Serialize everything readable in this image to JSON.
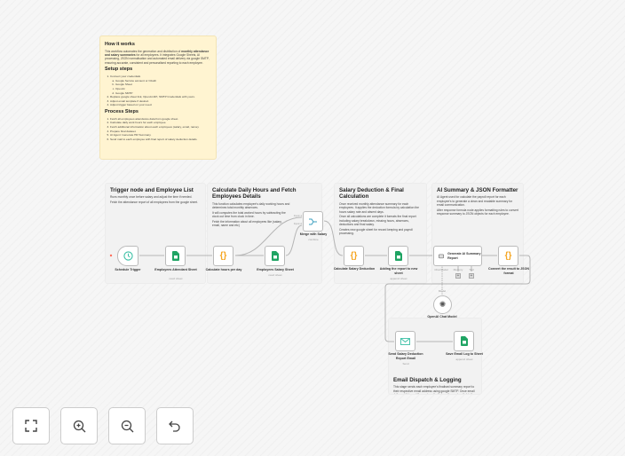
{
  "how_it_works": {
    "title": "How it works",
    "intro_pre": "This workflow automates the generation and distribution of ",
    "intro_bold": "monthly attendance and salary summaries",
    "intro_post": " for all employees. It integrates Google Sheets, AI processing, JSON normalisation and automated email delivery via google SMTP, ensuring accurate, consistent and personalised reporting to each employee.",
    "setup_title": "Setup steps",
    "setup_steps": [
      "Connect your credentials",
      "Replace google sheet link, OpenAI API, SMTP Credentials with yours.",
      "Adjust email template if desired.",
      "Adjust trigger based on your need."
    ],
    "credentials": [
      "Google Service account or OAuth",
      "Google Sheet",
      "OpenAI",
      "Google SMTP"
    ],
    "process_title": "Process Steps",
    "process_steps": [
      "Fetch all employees attendance data from google sheet.",
      "Calculate daily work hours for each employee.",
      "Fetch additional information about each employees (salary, email, name).",
      "Prepare final dataset.",
      "AI Agent: Generate HR Summary.",
      "Send mail to each employee with final report of salary deduction details."
    ]
  },
  "sections": [
    {
      "title": "Trigger node and Employee List",
      "text": [
        "Runs monthly once before salary and adjust the time if needed.",
        "Fetch the attendance report of all employees from the google sheet."
      ]
    },
    {
      "title": "Calculate Daily Hours and Fetch Employees Details",
      "text": [
        "This function calculates employee's daily working hours and determines total monthly absences.",
        "It will computes the total worked hours by subtracting the clock out time from clock in time.",
        "Fetch the information about all employees like (salary, email, name and etc)"
      ]
    },
    {
      "title": "Salary Deduction & Final Calculation",
      "text": [
        "Once received monthly attendance summary for each employees. It applies the deduction formula by calculation the hours salary rate and absent days.",
        "Once all calculations are complete it formats the final report including salary breakdown, missing hours, absences, deductions and final salary.",
        "Creates new google sheet for record keeping and payroll processing."
      ]
    },
    {
      "title": "AI Summary & JSON Formatter",
      "text": [
        "AI Agent used for calculate the payroll report for each employee's to generate a clean and readable summary for email communication.",
        "After response formula node applies formatting rules to convert response summary to JSON objects for each employee."
      ]
    },
    {
      "title": "Email Dispatch & Logging",
      "text": [
        "This stage sends each employee's finalised summary report to their respective email address using google SMTP. Once email delivered this workflow automatically logs the sent mail details."
      ]
    }
  ],
  "nodes": {
    "schedule": {
      "label": "Schedule Trigger"
    },
    "attendant": {
      "label": "Employees Attendant Sheet",
      "sub": "read: sheet"
    },
    "calc_hours": {
      "label": "Calculate hours per day"
    },
    "salary_sheet": {
      "label": "Employees Salary Sheet",
      "sub": "read: sheet"
    },
    "merge": {
      "label": "Merge with Salary",
      "sub": "combine",
      "input1": "Input 1",
      "input2": "Input 2"
    },
    "calc_salary": {
      "label": "Calculate Salary Deduction"
    },
    "adding": {
      "label": "Adding the report to new sheet",
      "sub": "append: sheet"
    },
    "ai": {
      "label": "Generate AI Summary Report",
      "chat_model": "Chat Model",
      "memory": "Memory",
      "tool": "Tool"
    },
    "convert": {
      "label": "Convert the result to JSON format"
    },
    "openai": {
      "label": "OpenAI Chat Model",
      "port": "Model"
    },
    "send_email": {
      "label": "Send Salary Deduction Report Email",
      "sub": "Send"
    },
    "save_log": {
      "label": "Save Email Log to Sheet",
      "sub": "append: sheet"
    }
  },
  "controls": [
    "fit-view",
    "zoom-in",
    "zoom-out",
    "undo"
  ],
  "colors": {
    "sheets": "#1fa463",
    "code": "#f5a623",
    "trigger": "#3bbfa5",
    "email": "#3bbfa5",
    "sticky_yellow": "#fff4d1"
  }
}
